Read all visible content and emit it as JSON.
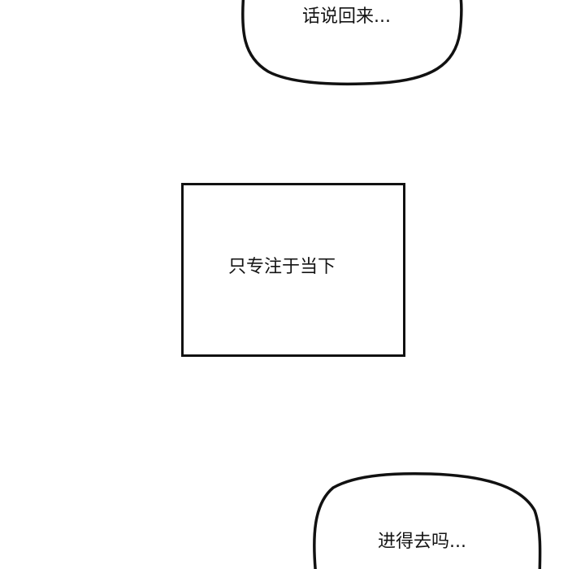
{
  "panel": {
    "background": "#ffffff",
    "stroke_color": "#111111"
  },
  "bubbles": [
    {
      "id": "top",
      "text": "话说回来..."
    },
    {
      "id": "bottom",
      "text": "进得去吗..."
    }
  ],
  "caption": {
    "text": "只专注于当下"
  }
}
